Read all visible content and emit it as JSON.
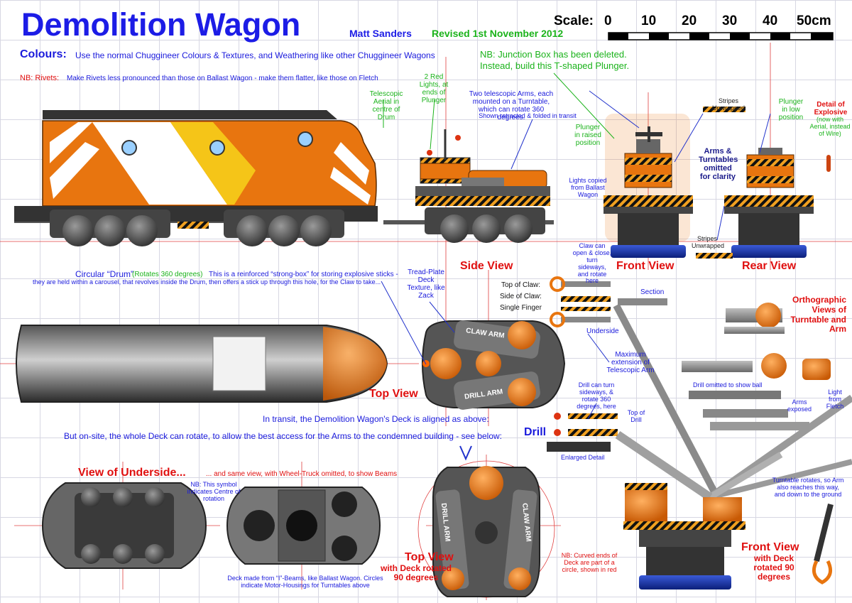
{
  "title": "Demolition Wagon",
  "author": "Matt Sanders",
  "revised": "Revised 1st November 2012",
  "scale": {
    "label": "Scale:",
    "ticks": [
      "0",
      "10",
      "20",
      "30",
      "40",
      "50cm"
    ]
  },
  "notes": {
    "colours_heading": "Colours:",
    "colours_text": "Use the normal Chuggineer Colours & Textures, and Weathering like other Chuggineer Wagons",
    "rivets_heading": "NB: Rivets:",
    "rivets_text": "Make Rivets less pronounced than those on Ballast Wagon - make them flatter, like those on Fletch",
    "junction_line1": "NB:  Junction Box has been deleted.",
    "junction_line2": "Instead, build this T-shaped Plunger."
  },
  "callouts": {
    "aerial": "Telescopic Aerial in centre of Drum",
    "red_lights": "2 Red Lights, at ends of Plunger",
    "arms": "Two telescopic Arms, each mounted on a Turntable, which can rotate 360 degrees.",
    "arms_transit": "Shown retracted & folded in transit",
    "lights_copied": "Lights copied from Ballast Wagon",
    "plunger_raised": "Plunger in raised position",
    "stripes_top": "Stripes Unwrapped",
    "arms_omitted": "Arms & Turntables omitted for clarity",
    "plunger_low": "Plunger in low position",
    "explosive_title": "Detail of Explosive",
    "explosive_note": "(now with Aerial, instead of Wire)",
    "stripes_bottom": "Stripes Unwrapped",
    "drum_heading": "Circular “Drum”",
    "drum_rotates": "(Rotates 360 degrees)",
    "drum_text1": "This is a reinforced “strong-box” for storing explosive sticks -",
    "drum_text2": "they are held within a carousel, that revolves inside the Drum, then offers a stick up through this hole, for the Claw to take...",
    "tread_plate": "Tread-Plate Deck Texture, like Zack",
    "claw_can": "Claw can open & close, turn sideways, and rotate here",
    "top_of_claw": "Top of Claw:",
    "side_of_claw": "Side of Claw:",
    "single_finger": "Single Finger",
    "underside": "Underside",
    "section": "Section",
    "max_extension": "Maximum extension of Telescopic Arm",
    "drill_can": "Drill can turn sideways, & rotate 360 degrees, here",
    "top_of_drill": "Top of Drill",
    "enlarged": "Enlarged Detail",
    "drill_omitted": "Drill omitted to show ball",
    "arms_exposed": "Arms exposed",
    "light_fletch": "Light from Fletch",
    "in_transit": "In transit, the Demolition Wagon's Deck is aligned as above:",
    "on_site": "But on-site, the whole Deck can rotate, to allow the best access for the Arms to the condemned building - see below:",
    "same_view": "... and same view, with Wheel-Truck omitted, to show Beams",
    "nb_symbol": "NB: This symbol indicates Centre of rotation",
    "deck_note": "Deck made from “I”-Beams, like Ballast Wagon. Circles indicate Motor-Housings for Turntables above",
    "nb_curved": "NB: Curved ends of Deck are part of a circle, shown in red",
    "turntable_rotates": "Turntable rotates, so Arm also reaches this way, and down to the ground"
  },
  "view_labels": {
    "side": "Side View",
    "front": "Front View",
    "rear": "Rear View",
    "top": "Top View",
    "drill": "Drill",
    "ortho": "Orthographic Views of Turntable and Arm",
    "underside": "View of Underside...",
    "top_rotated_1": "Top View",
    "top_rotated_2": "with Deck rotated 90 degrees",
    "front_rotated_1": "Front View",
    "front_rotated_2": "with Deck rotated 90 degrees"
  },
  "deck_text": {
    "claw_arm": "CLAW ARM",
    "drill_arm": "DRILL ARM"
  },
  "colors": {
    "title_blue": "#1c1ce6",
    "label_red": "#e01010",
    "note_green": "#1bb31b",
    "orange": "#e8750f",
    "grid": "#d7d7e3"
  }
}
